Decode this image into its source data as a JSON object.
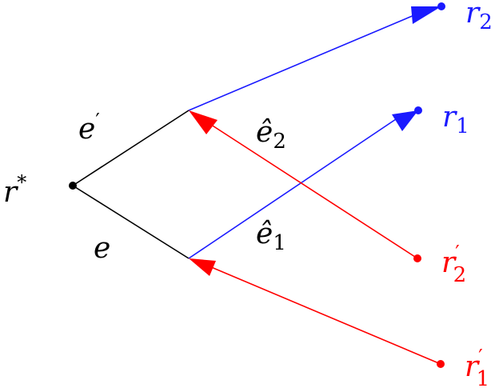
{
  "labels": {
    "r_star": {
      "base": "r",
      "sup": "*"
    },
    "r1": {
      "base": "r",
      "sub": "1"
    },
    "r2": {
      "base": "r",
      "sub": "2"
    },
    "r1_prime": {
      "base": "r",
      "sup": "′",
      "sub": "1"
    },
    "r2_prime": {
      "base": "r",
      "sup": "′",
      "sub": "2"
    },
    "e": {
      "base": "e"
    },
    "e_prime": {
      "base": "e",
      "sup": "′"
    },
    "e_hat_1": {
      "base": "ê",
      "sub": "1"
    },
    "e_hat_2": {
      "base": "ê",
      "sub": "2"
    }
  },
  "colors": {
    "black_edge": "#000000",
    "blue": "#1a1aff",
    "red": "#ff0000"
  },
  "edges": [
    {
      "id": "e",
      "from": "r*",
      "to": "lower-junction",
      "color": "black"
    },
    {
      "id": "e-prime",
      "from": "r*",
      "to": "upper-junction",
      "color": "black"
    },
    {
      "id": "to-r2",
      "from": "upper-junction",
      "to": "r2",
      "color": "blue",
      "arrow": true
    },
    {
      "id": "to-r1",
      "from": "lower-junction",
      "to": "r1",
      "color": "blue",
      "arrow": true
    },
    {
      "id": "from-r2-prime",
      "from": "r2'",
      "to": "upper-junction",
      "color": "red",
      "arrow": true
    },
    {
      "id": "from-r1-prime",
      "from": "r1'",
      "to": "lower-junction",
      "color": "red",
      "arrow": true
    }
  ]
}
